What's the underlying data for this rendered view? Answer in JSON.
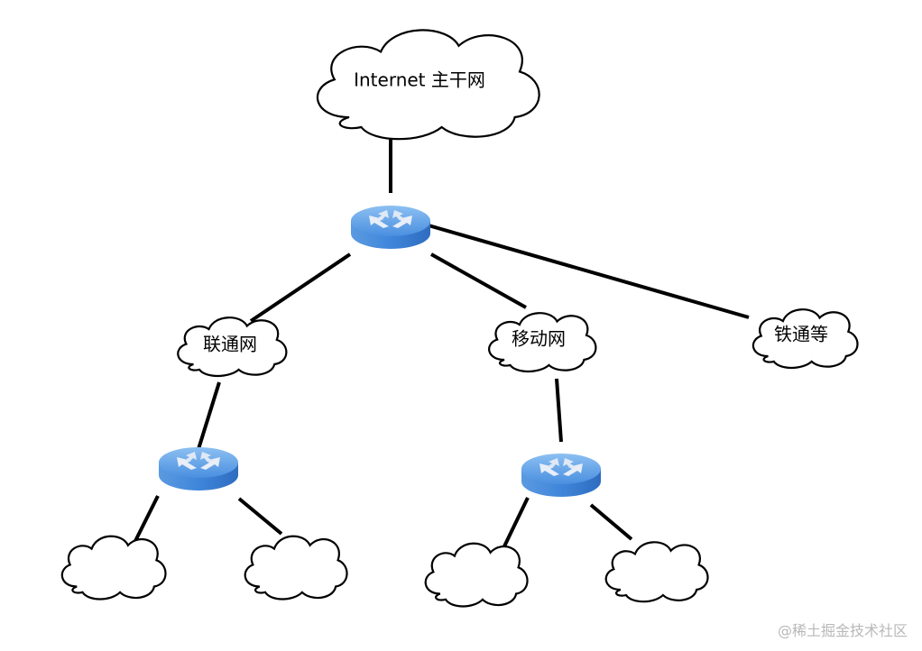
{
  "nodes": {
    "backbone": {
      "label": "Internet 主干网"
    },
    "unicom": {
      "label": "联通网"
    },
    "mobile": {
      "label": "移动网"
    },
    "railway": {
      "label": "铁通等"
    }
  },
  "icons": {
    "router": "router-icon",
    "cloud": "cloud-icon"
  },
  "colors": {
    "router_top": "#5aa0e6",
    "router_side": "#3b7fd0",
    "arrows": "#e8eef8"
  },
  "watermark": "@稀土掘金技术社区"
}
